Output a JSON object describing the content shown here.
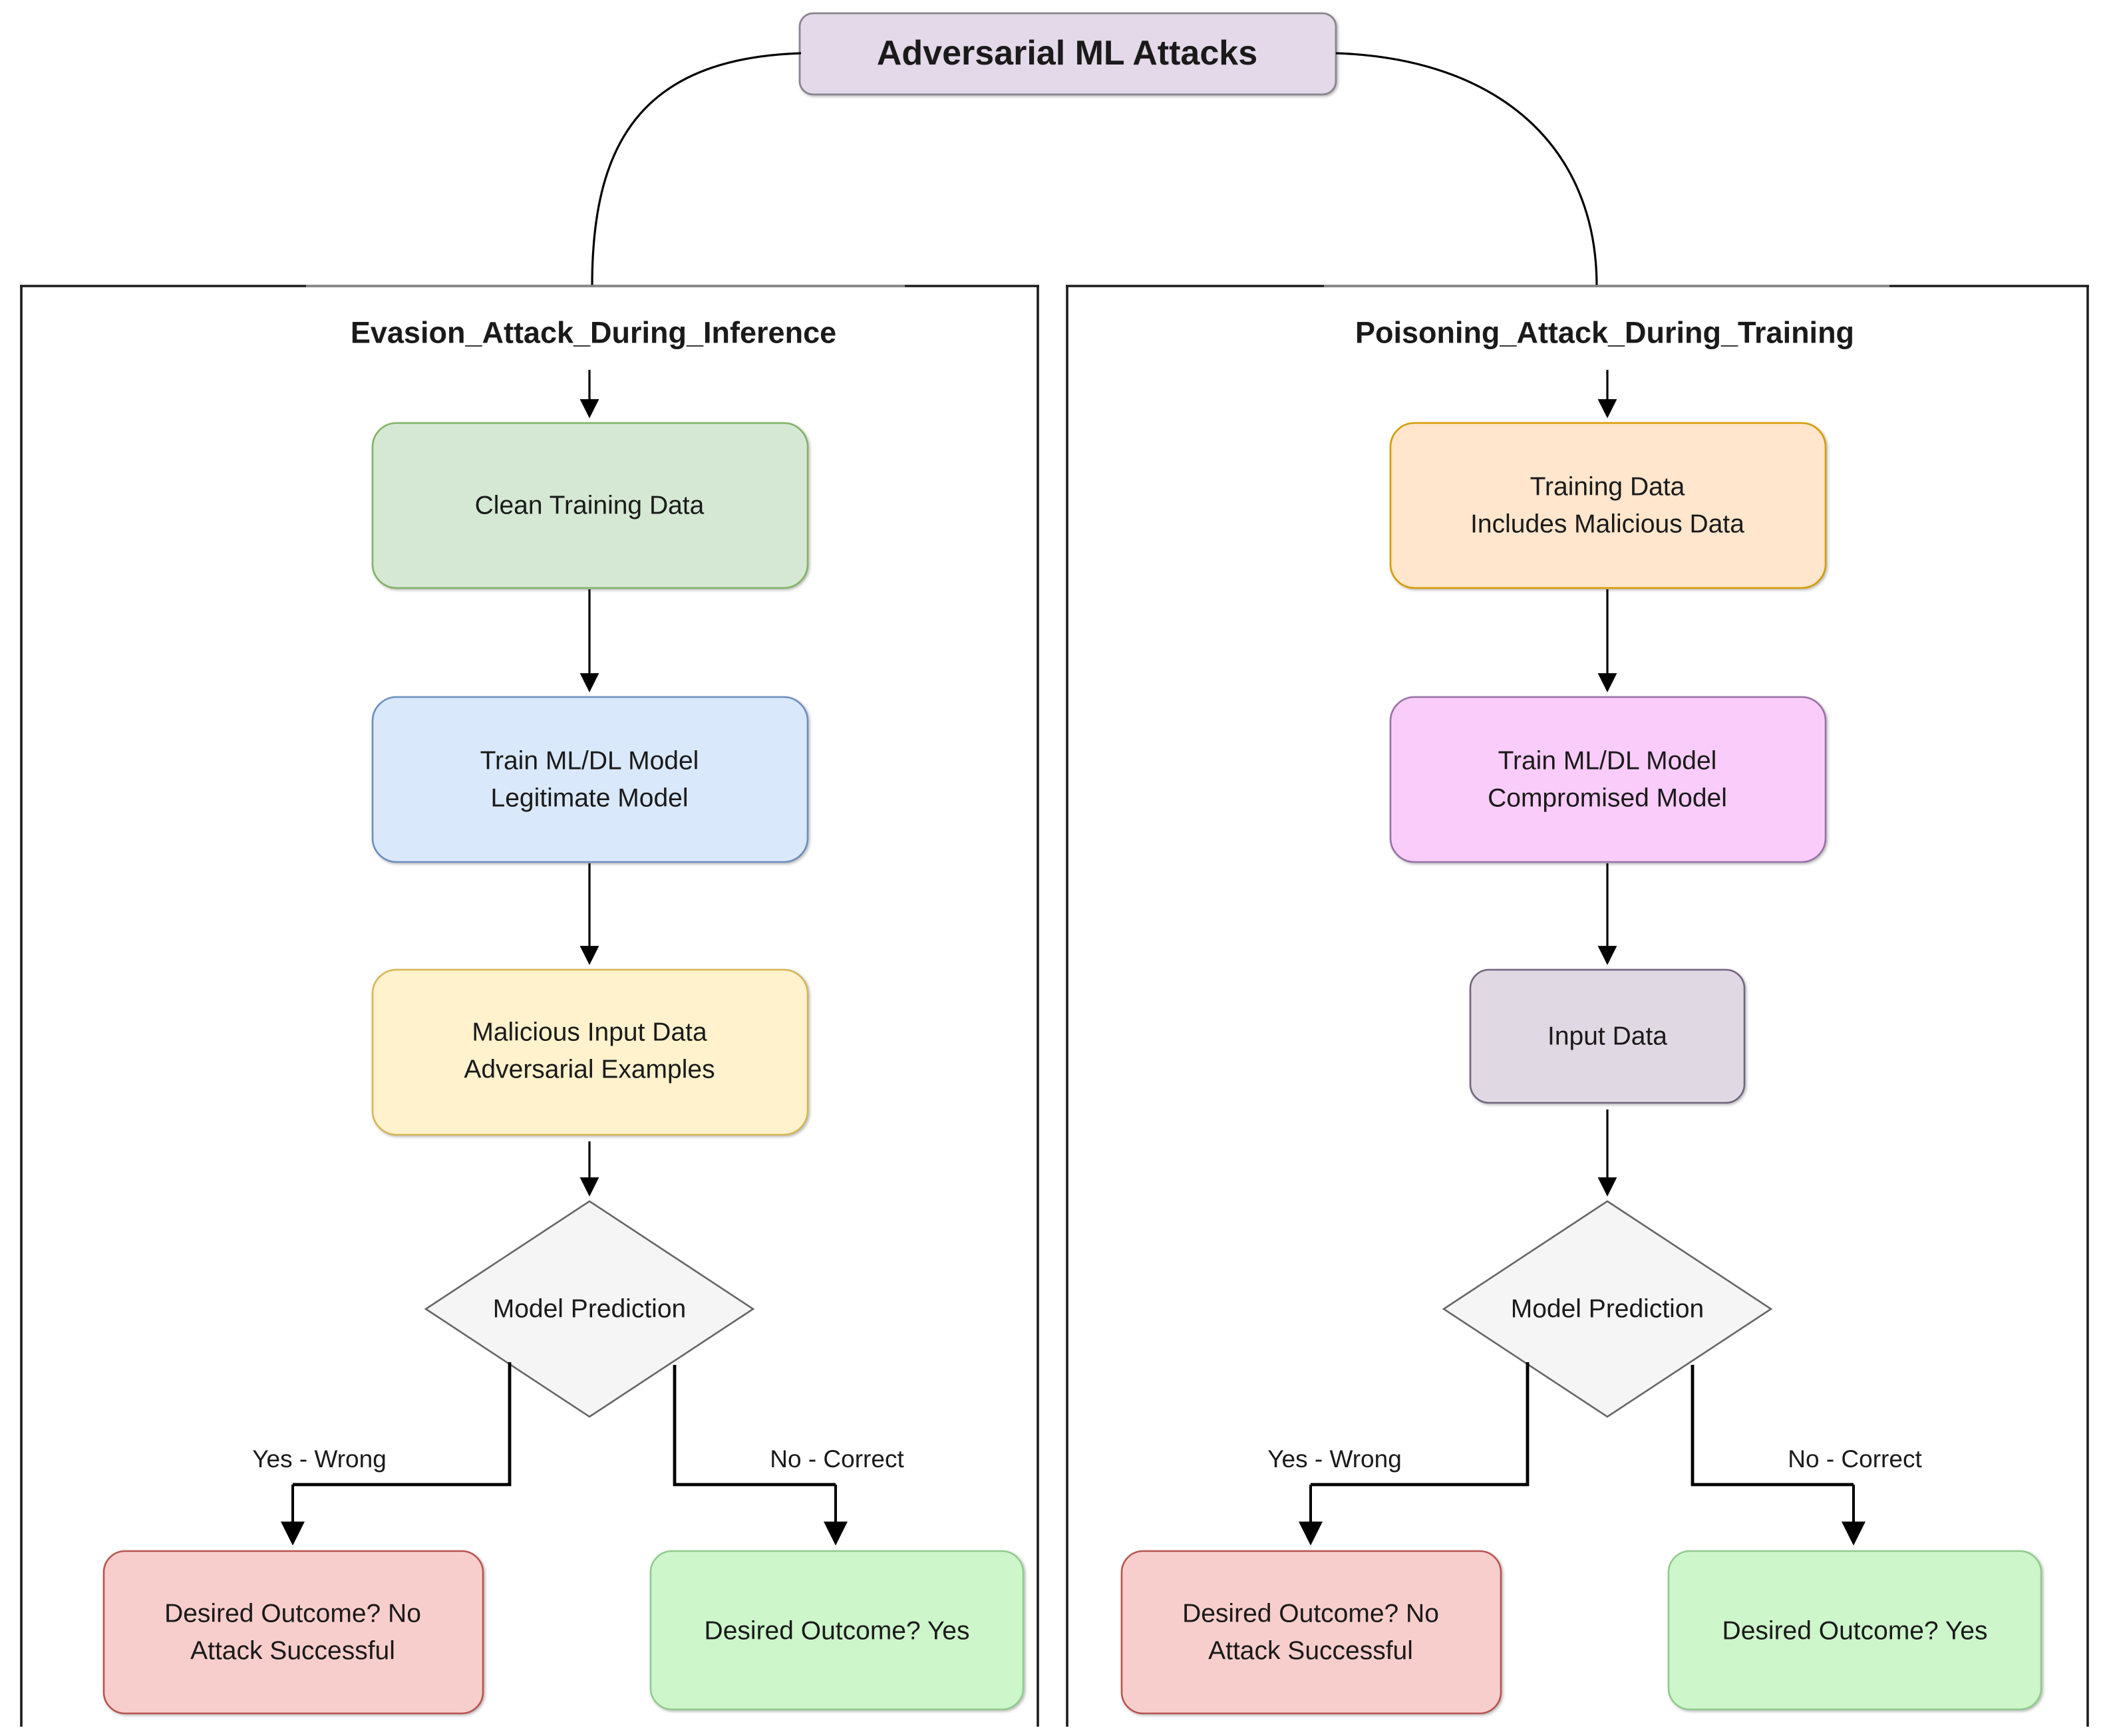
{
  "diagram_title": "Adversarial ML Attacks",
  "title_style": {
    "fill": "#E3D9E8",
    "stroke": "#8C8492"
  },
  "decision_style": {
    "fill": "#F5F5F5",
    "stroke": "#666666"
  },
  "panels": [
    {
      "header": "Evasion_Attack_During_Inference",
      "nodes": [
        {
          "name": "clean-training-data",
          "lines": [
            "Clean Training Data"
          ],
          "fill": "#D5E8D4",
          "stroke": "#82B366"
        },
        {
          "name": "train-mldl-legitimate",
          "lines": [
            "Train ML/DL Model",
            "Legitimate Model"
          ],
          "fill": "#DAE8FC",
          "stroke": "#6C8EBF"
        },
        {
          "name": "malicious-input-data",
          "lines": [
            "Malicious Input Data",
            "Adversarial Examples"
          ],
          "fill": "#FFF2CC",
          "stroke": "#D6B656"
        }
      ],
      "decision_label": "Model Prediction",
      "branch_yes_label": "Yes - Wrong",
      "branch_no_label": "No - Correct",
      "outcome_no": {
        "lines": [
          "Desired Outcome? No",
          "Attack Successful"
        ],
        "fill": "#F8CECC",
        "stroke": "#B85450"
      },
      "outcome_yes": {
        "lines": [
          "Desired Outcome? Yes"
        ],
        "fill": "#CDF6CB",
        "stroke": "#90CC8C"
      }
    },
    {
      "header": "Poisoning_Attack_During_Training",
      "nodes": [
        {
          "name": "training-data-includes-malicious",
          "lines": [
            "Training Data",
            "Includes Malicious Data"
          ],
          "fill": "#FFE6CC",
          "stroke": "#D79B00"
        },
        {
          "name": "train-mldl-compromised",
          "lines": [
            "Train ML/DL Model",
            "Compromised Model"
          ],
          "fill": "#FACCFA",
          "stroke": "#9673A6"
        },
        {
          "name": "input-data",
          "lines": [
            "Input Data"
          ],
          "fill": "#E0D8E3",
          "stroke": "#73657D"
        }
      ],
      "decision_label": "Model Prediction",
      "branch_yes_label": "Yes - Wrong",
      "branch_no_label": "No - Correct",
      "outcome_no": {
        "lines": [
          "Desired Outcome? No",
          "Attack Successful"
        ],
        "fill": "#F8CECC",
        "stroke": "#B85450"
      },
      "outcome_yes": {
        "lines": [
          "Desired Outcome? Yes"
        ],
        "fill": "#CDF6CB",
        "stroke": "#90CC8C"
      }
    }
  ]
}
